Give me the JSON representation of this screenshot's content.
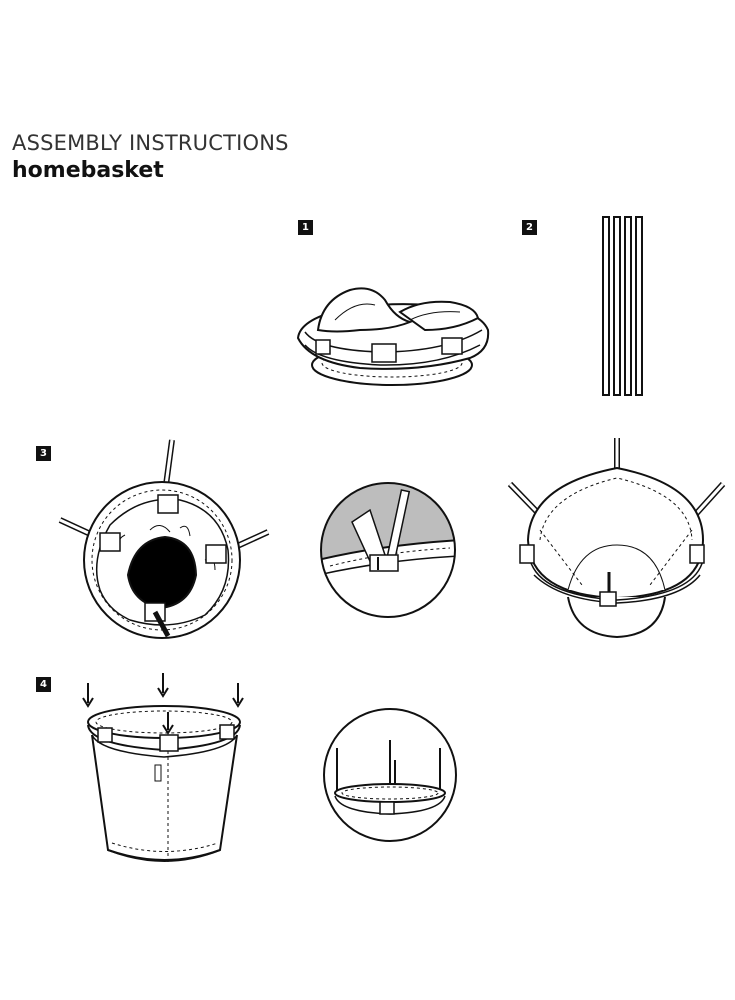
{
  "header": {
    "title": "ASSEMBLY INSTRUCTIONS",
    "subtitle": "homebasket"
  },
  "steps": [
    {
      "number": "1"
    },
    {
      "number": "2"
    },
    {
      "number": "3"
    },
    {
      "number": "4"
    }
  ],
  "colors": {
    "ink": "#111111",
    "shade": "#bdbdbd",
    "dark": "#000000"
  }
}
